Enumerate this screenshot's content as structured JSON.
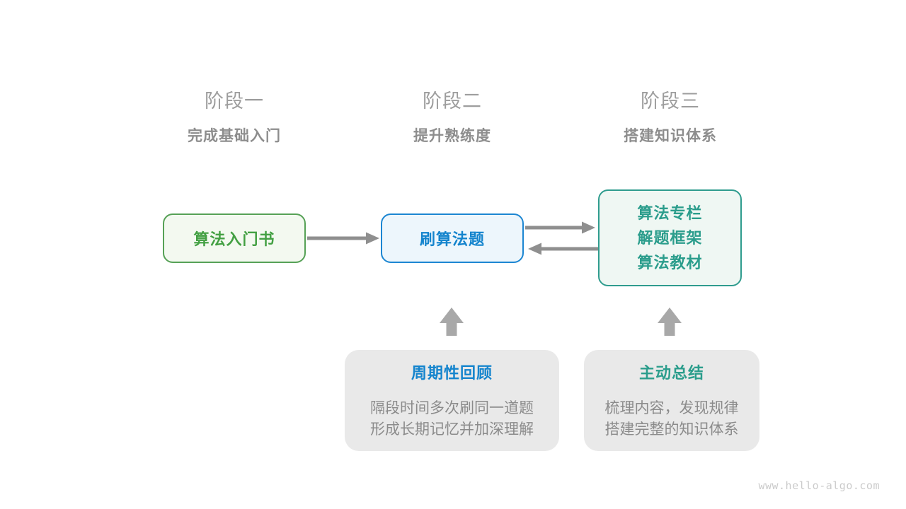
{
  "colors": {
    "stage_label": "#9d9d9d",
    "stage_subtitle": "#8d8d8d",
    "green_border": "#56a156",
    "green_text": "#43a043",
    "green_bg": "#f3f9f0",
    "blue_border": "#1c86d2",
    "blue_text": "#1484cd",
    "blue_bg": "#edf6fc",
    "teal_border": "#2f9c8e",
    "teal_text": "#2b9d8c",
    "teal_bg": "#eff7f3",
    "note_bg": "#e9e9e9",
    "note_text": "#8b8b8b",
    "arrow": "#8f8f8f",
    "block_arrow": "#a8a8a8",
    "watermark": "#cbcbcb"
  },
  "stages": [
    {
      "label": "阶段一",
      "subtitle": "完成基础入门"
    },
    {
      "label": "阶段二",
      "subtitle": "提升熟练度"
    },
    {
      "label": "阶段三",
      "subtitle": "搭建知识体系"
    }
  ],
  "nodes": {
    "intro_book": {
      "label": "算法入门书"
    },
    "practice": {
      "label": "刷算法题"
    },
    "resources": {
      "lines": [
        "算法专栏",
        "解题框架",
        "算法教材"
      ]
    }
  },
  "notes": [
    {
      "title": "周期性回顾",
      "lines": [
        "隔段时间多次刷同一道题",
        "形成长期记忆并加深理解"
      ]
    },
    {
      "title": "主动总结",
      "lines": [
        "梳理内容，发现规律",
        "搭建完整的知识体系"
      ]
    }
  ],
  "watermark": "www.hello-algo.com"
}
